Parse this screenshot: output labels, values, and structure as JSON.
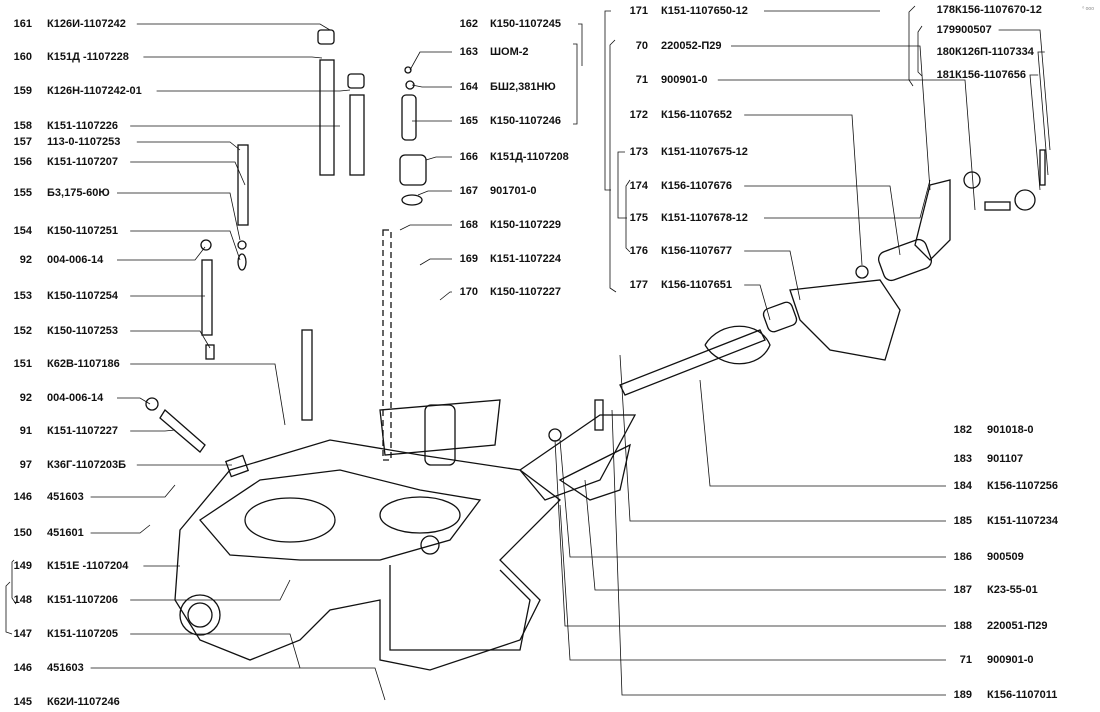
{
  "diagram": {
    "corner_mark": "⁰ ooo",
    "left_column": [
      {
        "no": "161",
        "part": "К126И-1107242"
      },
      {
        "no": "160",
        "part": "К151Д -1107228"
      },
      {
        "no": "159",
        "part": "К126Н-1107242-01"
      },
      {
        "no": "158",
        "part": "К151-1107226"
      },
      {
        "no": "157",
        "part": "113-0-1107253"
      },
      {
        "no": "156",
        "part": "К151-1107207"
      },
      {
        "no": "155",
        "part": "Б3,175-60Ю"
      },
      {
        "no": "154",
        "part": "К150-1107251"
      },
      {
        "no": "92",
        "part": "004-006-14"
      },
      {
        "no": "153",
        "part": "К150-1107254"
      },
      {
        "no": "152",
        "part": "К150-1107253"
      },
      {
        "no": "151",
        "part": "К62В-1107186"
      },
      {
        "no": "92",
        "part": "004-006-14"
      },
      {
        "no": "91",
        "part": "К151-1107227"
      },
      {
        "no": "97",
        "part": "К36Г-1107203Б"
      },
      {
        "no": "146",
        "part": "451603"
      },
      {
        "no": "150",
        "part": "451601"
      },
      {
        "no": "149",
        "part": "К151Е -1107204"
      },
      {
        "no": "148",
        "part": "К151-1107206"
      },
      {
        "no": "147",
        "part": "К151-1107205"
      },
      {
        "no": "146",
        "part": "451603"
      },
      {
        "no": "145",
        "part": "К62И-1107246"
      }
    ],
    "middle_column": [
      {
        "no": "162",
        "part": "К150-1107245"
      },
      {
        "no": "163",
        "part": "ШОМ-2"
      },
      {
        "no": "164",
        "part": "БШ2,381НЮ"
      },
      {
        "no": "165",
        "part": "К150-1107246"
      },
      {
        "no": "166",
        "part": "К151Д-1107208"
      },
      {
        "no": "167",
        "part": "901701-0"
      },
      {
        "no": "168",
        "part": "К150-1107229"
      },
      {
        "no": "169",
        "part": "К151-1107224"
      },
      {
        "no": "170",
        "part": "К150-1107227"
      }
    ],
    "right_middle_column": [
      {
        "no": "171",
        "part": "К151-1107650-12"
      },
      {
        "no": "70",
        "part": "220052-П29"
      },
      {
        "no": "71",
        "part": "900901-0"
      },
      {
        "no": "172",
        "part": "К156-1107652"
      },
      {
        "no": "173",
        "part": "К151-1107675-12"
      },
      {
        "no": "174",
        "part": "К156-1107676"
      },
      {
        "no": "175",
        "part": "К151-1107678-12"
      },
      {
        "no": "176",
        "part": "К156-1107677"
      },
      {
        "no": "177",
        "part": "К156-1107651"
      }
    ],
    "top_right_column": [
      {
        "no": "178",
        "part": "К156-1107670-12"
      },
      {
        "no": "179",
        "part": "900507"
      },
      {
        "no": "180",
        "part": "К126П-1107334"
      },
      {
        "no": "181",
        "part": "К156-1107656"
      }
    ],
    "bottom_right_column": [
      {
        "no": "182",
        "part": "901018-0"
      },
      {
        "no": "183",
        "part": "901107"
      },
      {
        "no": "184",
        "part": "К156-1107256"
      },
      {
        "no": "185",
        "part": "К151-1107234"
      },
      {
        "no": "186",
        "part": "900509"
      },
      {
        "no": "187",
        "part": "К23-55-01"
      },
      {
        "no": "188",
        "part": "220051-П29"
      },
      {
        "no": "71",
        "part": "900901-0"
      },
      {
        "no": "189",
        "part": "К156-1107011"
      }
    ]
  }
}
